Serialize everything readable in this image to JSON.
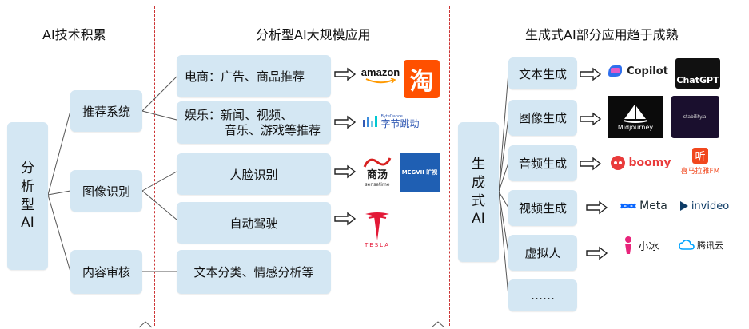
{
  "panels": {
    "left_title": "AI技术积累",
    "mid_title": "分析型AI大规模应用",
    "right_title": "生成式AI部分应用趋于成熟"
  },
  "left": {
    "root": "分析型AI",
    "root_lines": [
      "分",
      "析",
      "型",
      "AI"
    ],
    "nodes": [
      "推荐系统",
      "图像识别",
      "内容审核"
    ]
  },
  "middle": {
    "apps": [
      {
        "label": "电商：广告、商品推荐"
      },
      {
        "label_lines": [
          "娱乐：新闻、视频、",
          "音乐、游戏等推荐"
        ]
      },
      {
        "label": "人脸识别"
      },
      {
        "label": "自动驾驶"
      },
      {
        "label": "文本分类、情感分析等"
      }
    ]
  },
  "right": {
    "root_lines": [
      "生",
      "成",
      "式",
      "AI"
    ],
    "items": [
      "文本生成",
      "图像生成",
      "音频生成",
      "视频生成",
      "虚拟人",
      "……"
    ]
  },
  "logos": {
    "amazon": "amazon",
    "taobao": "淘",
    "bytedance_small": "ByteDance",
    "bytedance": "字节跳动",
    "sensetime_cn": "商汤",
    "sensetime_en": "sensetime",
    "megvii": "MEGVII 旷视",
    "tesla": "TESLA",
    "copilot": "Copilot",
    "chatgpt": "ChatGPT",
    "midjourney": "Midjourney",
    "stability": "stability.ai",
    "boomy": "boomy",
    "ximalaya": "喜马拉雅FM",
    "meta": "Meta",
    "invideo": "invideo",
    "xiaoice": "小冰",
    "tencentcloud": "腾讯云"
  },
  "colors": {
    "box_fill": "#d4e7f3",
    "separator": "#cc3333",
    "taobao_bg": "#ff5000",
    "tesla_red": "#e31937",
    "megvii_bg": "#1f5fb3"
  }
}
